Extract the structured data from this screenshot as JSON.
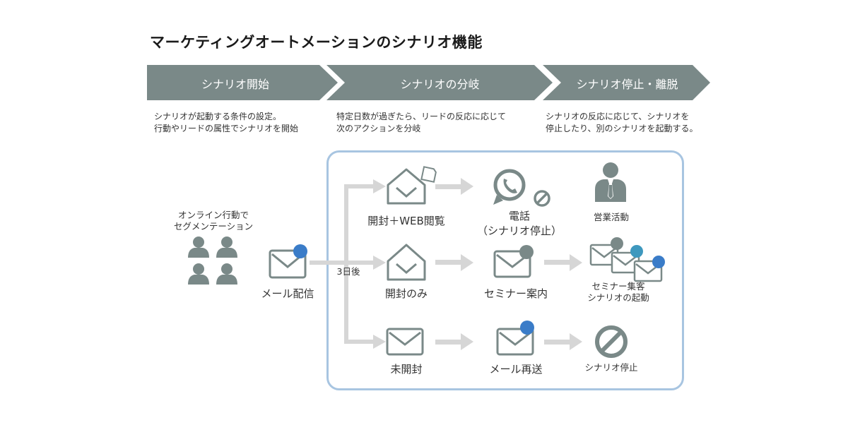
{
  "title": "マーケティングオートメーションのシナリオ機能",
  "phases": [
    {
      "label": "シナリオ開始",
      "desc": [
        "シナリオが起動する条件の設定。",
        "行動やリードの属性でシナリオを開始"
      ]
    },
    {
      "label": "シナリオの分岐",
      "desc": [
        "特定日数が過ぎたら、リードの反応に応じて",
        "次のアクションを分岐"
      ]
    },
    {
      "label": "シナリオ停止・離脱",
      "desc": [
        "シナリオの反応に応じて、シナリオを",
        "停止したり、別のシナリオを起動する。"
      ]
    }
  ],
  "start": {
    "segment_label": [
      "オンライン行動で",
      "セグメンテーション"
    ],
    "mail_label": "メール配信",
    "delay_label": "3日後"
  },
  "branches": {
    "top": {
      "condition": "開封＋WEB閲覧",
      "action": [
        "電話",
        "（シナリオ停止）"
      ],
      "result": "営業活動"
    },
    "middle": {
      "condition": "開封のみ",
      "action": "セミナー案内",
      "result": [
        "セミナー集客",
        "シナリオの起動"
      ]
    },
    "bottom": {
      "condition": "未開封",
      "action": "メール再送",
      "result": "シナリオ停止"
    }
  },
  "colors": {
    "phase_bg": "#7a8988",
    "icon_gray": "#7a8988",
    "arrow_gray": "#d6d6d6",
    "frame_blue": "#a8c5e1",
    "dot_blue": "#3a7cc8",
    "dot_teal": "#3e98be",
    "dot_gray": "#7a8988"
  }
}
